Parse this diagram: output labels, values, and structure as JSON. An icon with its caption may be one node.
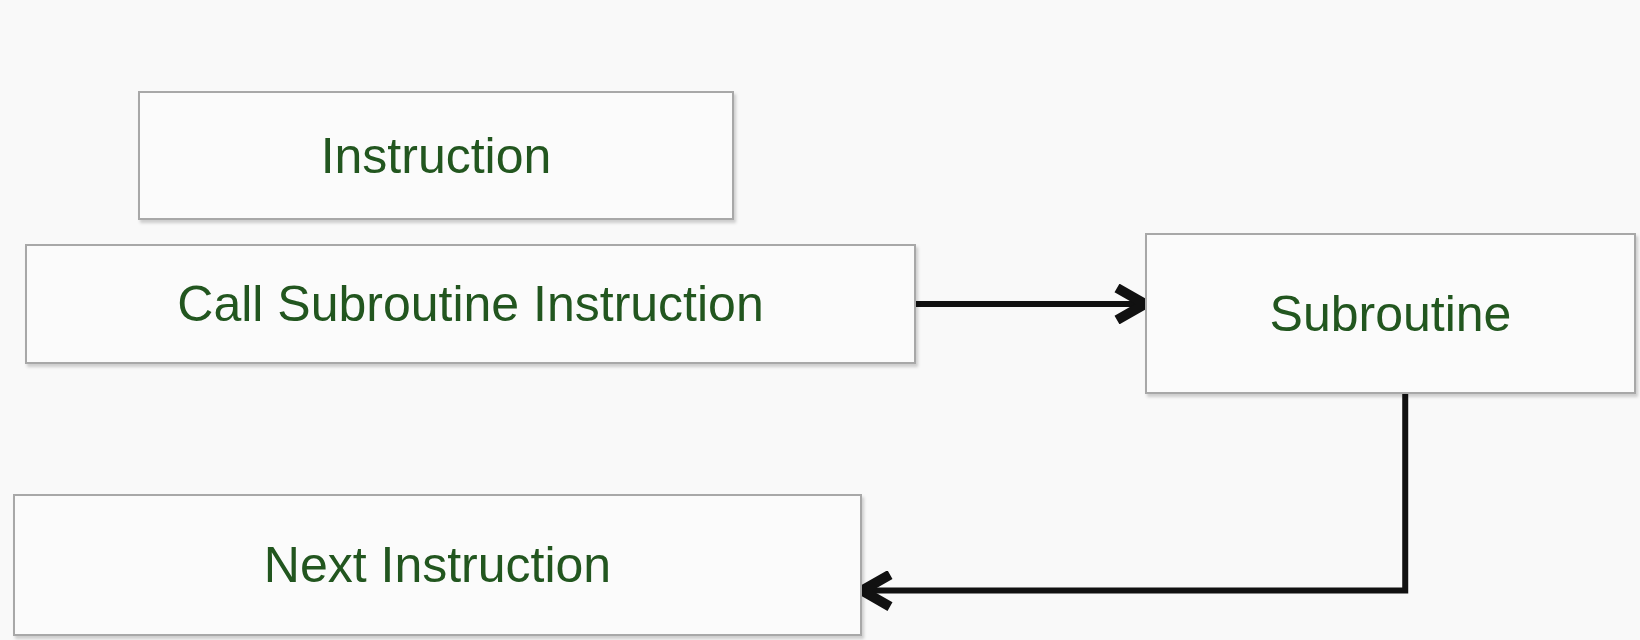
{
  "diagram": {
    "nodes": [
      {
        "text": [
          "Instruction"
        ]
      },
      {
        "text": [
          "Call Subroutine Instruction"
        ]
      },
      {
        "text": [
          "Subroutine"
        ]
      },
      {
        "text": [
          "Next Instruction"
        ]
      }
    ],
    "edges": [
      {
        "from": 1,
        "to": 2,
        "arrow": "to"
      },
      {
        "from": 2,
        "to": 3,
        "arrow": "to"
      }
    ]
  }
}
